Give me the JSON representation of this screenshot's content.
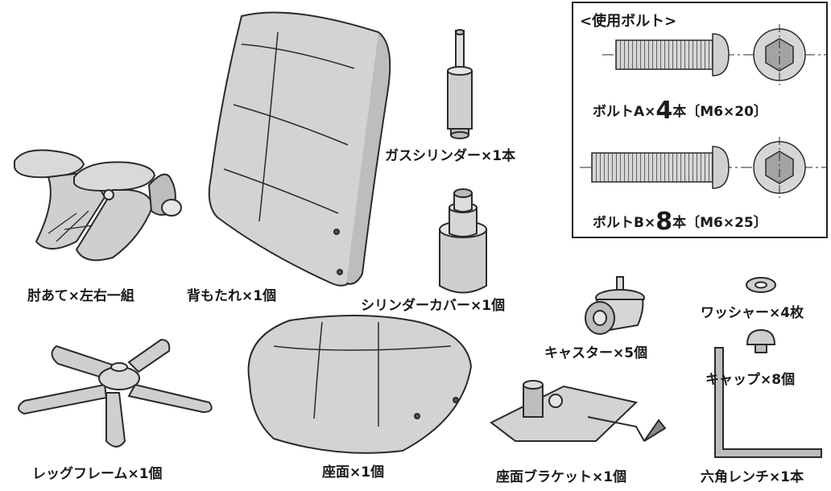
{
  "colors": {
    "ink": "#2a2a2a",
    "part_fill": "#cfcfcf",
    "part_light": "#e6e6e6",
    "part_dark": "#9a9a9a"
  },
  "parts": {
    "armrest": "肘あて×左右一組",
    "backrest": "背もたれ×1個",
    "gas_cylinder": "ガスシリンダー×1本",
    "cylinder_cover": "シリンダーカバー×1個",
    "caster": "キャスター×5個",
    "washer": "ワッシャー×4枚",
    "cap": "キャップ×8個",
    "leg_frame": "レッグフレーム×1個",
    "seat": "座面×1個",
    "seat_bracket": "座面ブラケット×1個",
    "hex_wrench": "六角レンチ×1本"
  },
  "bolts": {
    "title": "<使用ボルト>",
    "bolt_a": {
      "prefix": "ボルトA×",
      "count": "4",
      "suffix": "本〔M6×20〕"
    },
    "bolt_b": {
      "prefix": "ボルトB×",
      "count": "8",
      "suffix": "本〔M6×25〕"
    }
  }
}
